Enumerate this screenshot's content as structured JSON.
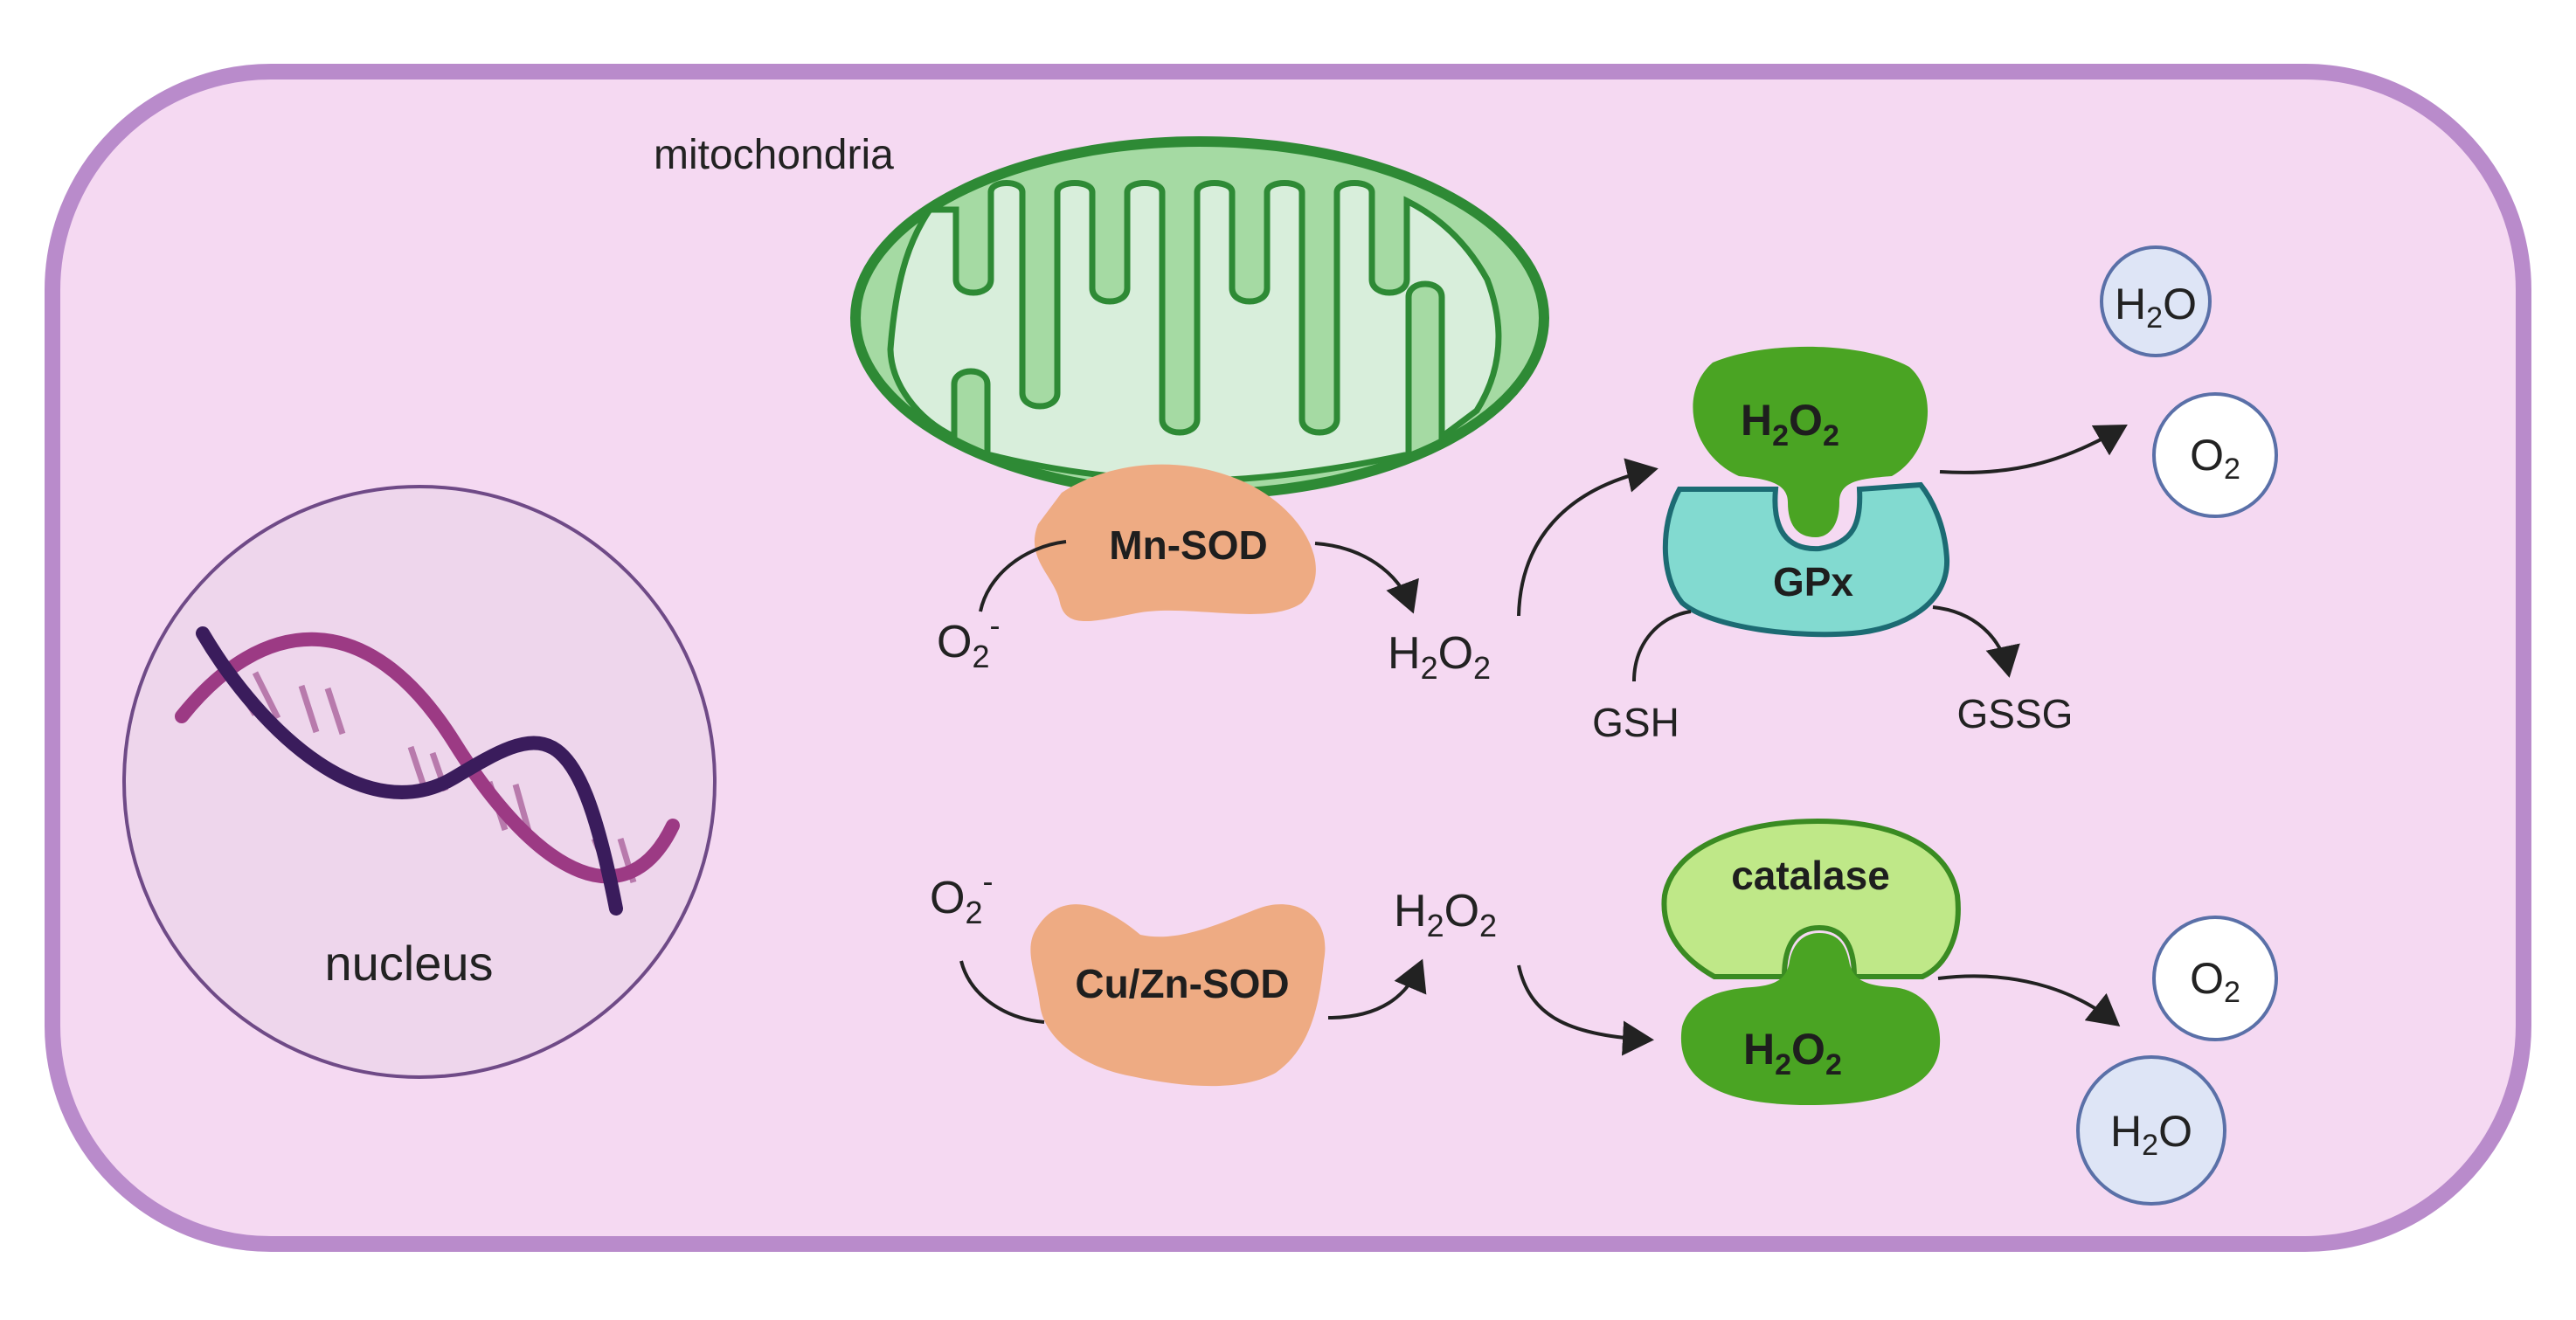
{
  "labels": {
    "mitochondria": "mitochondria",
    "nucleus": "nucleus",
    "mn_sod": "Mn-SOD",
    "cu_zn_sod": "Cu/Zn-SOD",
    "gpx": "GPx",
    "catalase": "catalase",
    "gsh": "GSH",
    "gssg": "GSSG"
  },
  "species": {
    "superoxide": {
      "base": "O",
      "sub": "2",
      "sup": "-"
    },
    "hydrogen_peroxide": {
      "a": "H",
      "sub1": "2",
      "b": "O",
      "sub2": "2"
    },
    "water": {
      "a": "H",
      "sub": "2",
      "b": "O"
    },
    "oxygen": {
      "a": "O",
      "sub": "2"
    }
  },
  "colors": {
    "cell_fill": "#f5d9f2",
    "cell_border": "#b98bcb",
    "nucleus_fill": "#eed6ec",
    "nucleus_border": "#6f4a87",
    "mito_outer": "#a5daa3",
    "mito_inner": "#d8eedb",
    "mito_border": "#2e8a35",
    "sod_enzyme": "#eeab83",
    "h2o2_substrate": "#4aa423",
    "gpx_enzyme": "#82dad0",
    "gpx_border": "#1c6b73",
    "catalase_enzyme": "#bfe888",
    "catalase_border": "#3a8b22",
    "water_bubble": "#dee5f6",
    "bubble_border": "#5a70a8",
    "dna_strand_a": "#3a1c5c",
    "dna_strand_b": "#9c3a84",
    "arrow": "#222222"
  },
  "icons": [
    "dna-helix-icon",
    "mitochondrion-icon"
  ]
}
